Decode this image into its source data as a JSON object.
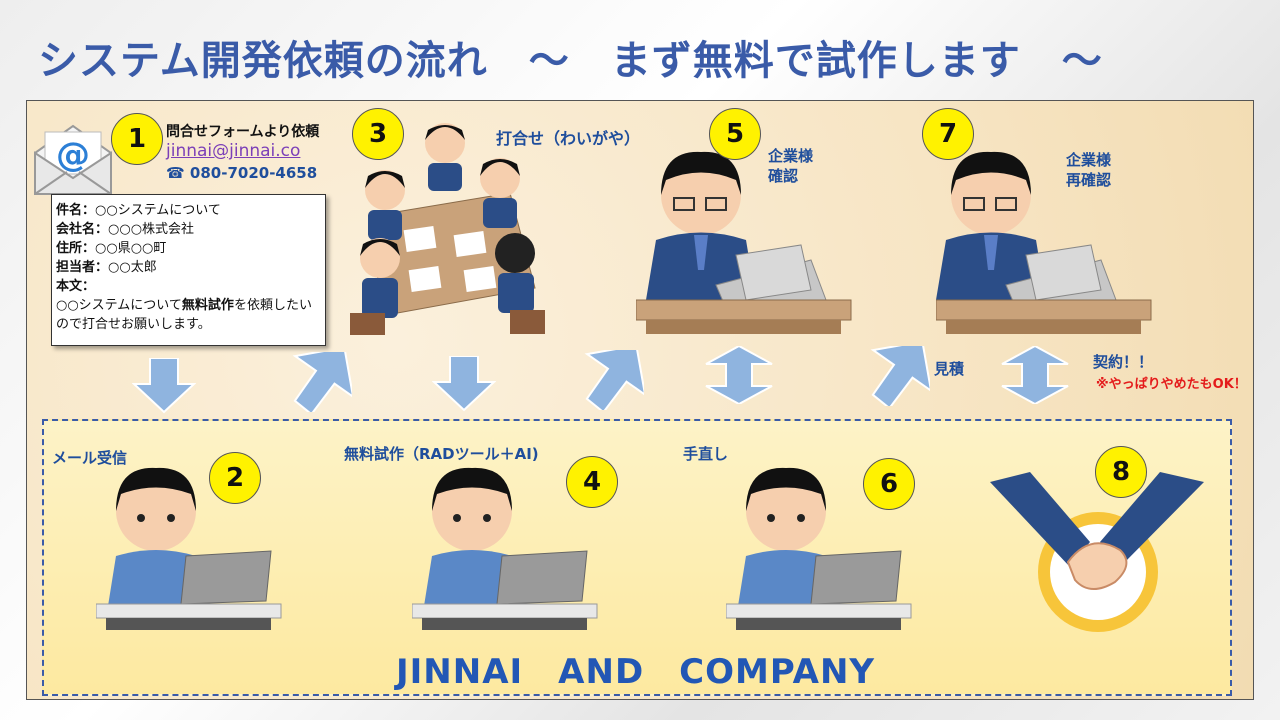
{
  "title": "システム開発依頼の流れ　～　まず無料で試作します　～",
  "company": "JINNAI　AND　COMPANY",
  "inquiry": {
    "label": "問合せフォームより依頼",
    "email": "jinnai@jinnai.co",
    "phone": "☎ 080-7020-4658"
  },
  "mail": {
    "lines": [
      {
        "key": "件名：",
        "value": "○○システムについて"
      },
      {
        "key": "会社名：",
        "value": "○○○株式会社"
      },
      {
        "key": "住所：",
        "value": "○○県○○町"
      },
      {
        "key": "担当者：",
        "value": "○○太郎"
      },
      {
        "key": "本文：",
        "value": ""
      }
    ],
    "body_pre": "○○システムについて",
    "body_bold": "無料試作",
    "body_post": "を依頼したいので打合せお願いします。"
  },
  "steps": {
    "s1": "1",
    "s2": "2",
    "s3": "3",
    "s4": "4",
    "s5": "5",
    "s6": "6",
    "s7": "7",
    "s8": "8"
  },
  "labels": {
    "meeting": "打合せ（わいがや）",
    "confirm": "企業様\n確認",
    "reconfirm": "企業様\n再確認",
    "mail_receive": "メール受信",
    "prototype": "無料試作（RADツール＋AI)",
    "fix": "手直し",
    "estimate": "見積",
    "contract": "契約！！",
    "cancel_ok": "※やっぱりやめたもOK！"
  },
  "colors": {
    "title": "#3a5ba8",
    "badge": "#fff200",
    "accent": "#1f4e9c",
    "warn": "#e41b1b",
    "arrow": "#8fb4df"
  }
}
